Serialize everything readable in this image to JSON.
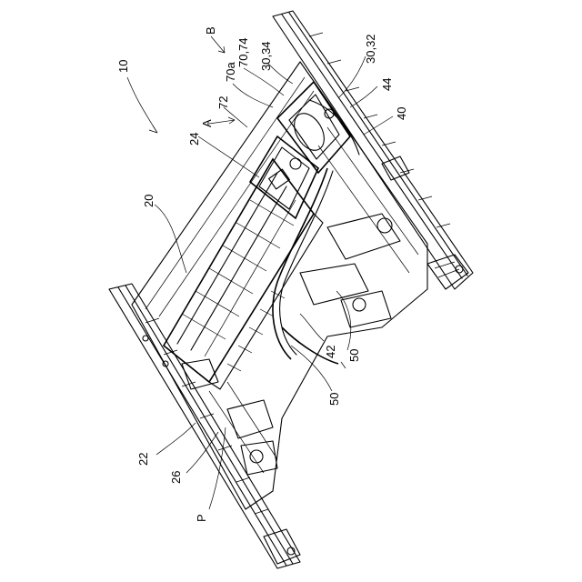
{
  "figure": {
    "reference_labels": {
      "assembly": "10",
      "view_b": "B",
      "view_a": "A",
      "l_70a": "70a",
      "l_70_74": "70,74",
      "l_30_34": "30,34",
      "l_30_32": "30,32",
      "l_72": "72",
      "l_24": "24",
      "l_44": "44",
      "l_40": "40",
      "l_20": "20",
      "l_42": "42",
      "l_50a": "50",
      "l_50b": "50",
      "l_22": "22",
      "l_26": "26",
      "l_p": "P"
    }
  }
}
